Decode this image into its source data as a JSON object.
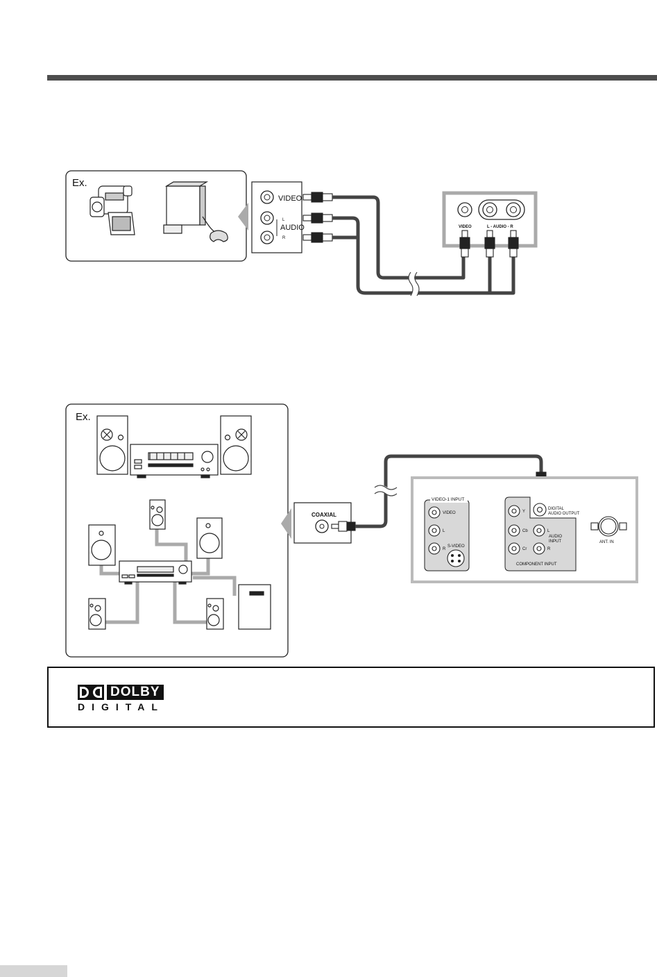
{
  "diagram1": {
    "ex_label": "Ex.",
    "device_jacks": {
      "video": "VIDEO",
      "audio": "AUDIO",
      "l": "L",
      "r": "R"
    },
    "tv_jacks": {
      "video": "VIDEO",
      "audio": "L - AUDIO - R"
    }
  },
  "diagram2": {
    "ex_label": "Ex.",
    "coaxial_label": "COAXIAL",
    "panel": {
      "video1_input": "VIDEO-1 INPUT",
      "video": "VIDEO",
      "l": "L",
      "r": "R",
      "s_video": "S-VIDEO",
      "y": "Y",
      "cb": "Cb",
      "cr": "Cr",
      "digital_audio_output": [
        "DIGITAL",
        "AUDIO OUTPUT"
      ],
      "audio_input": [
        "AUDIO",
        "INPUT"
      ],
      "audio_l": "L",
      "audio_r": "R",
      "component_input": "COMPONENT INPUT",
      "ant_in": "ANT. IN"
    }
  },
  "dolby": {
    "brand": "DOLBY",
    "sub": "DIGITAL"
  }
}
